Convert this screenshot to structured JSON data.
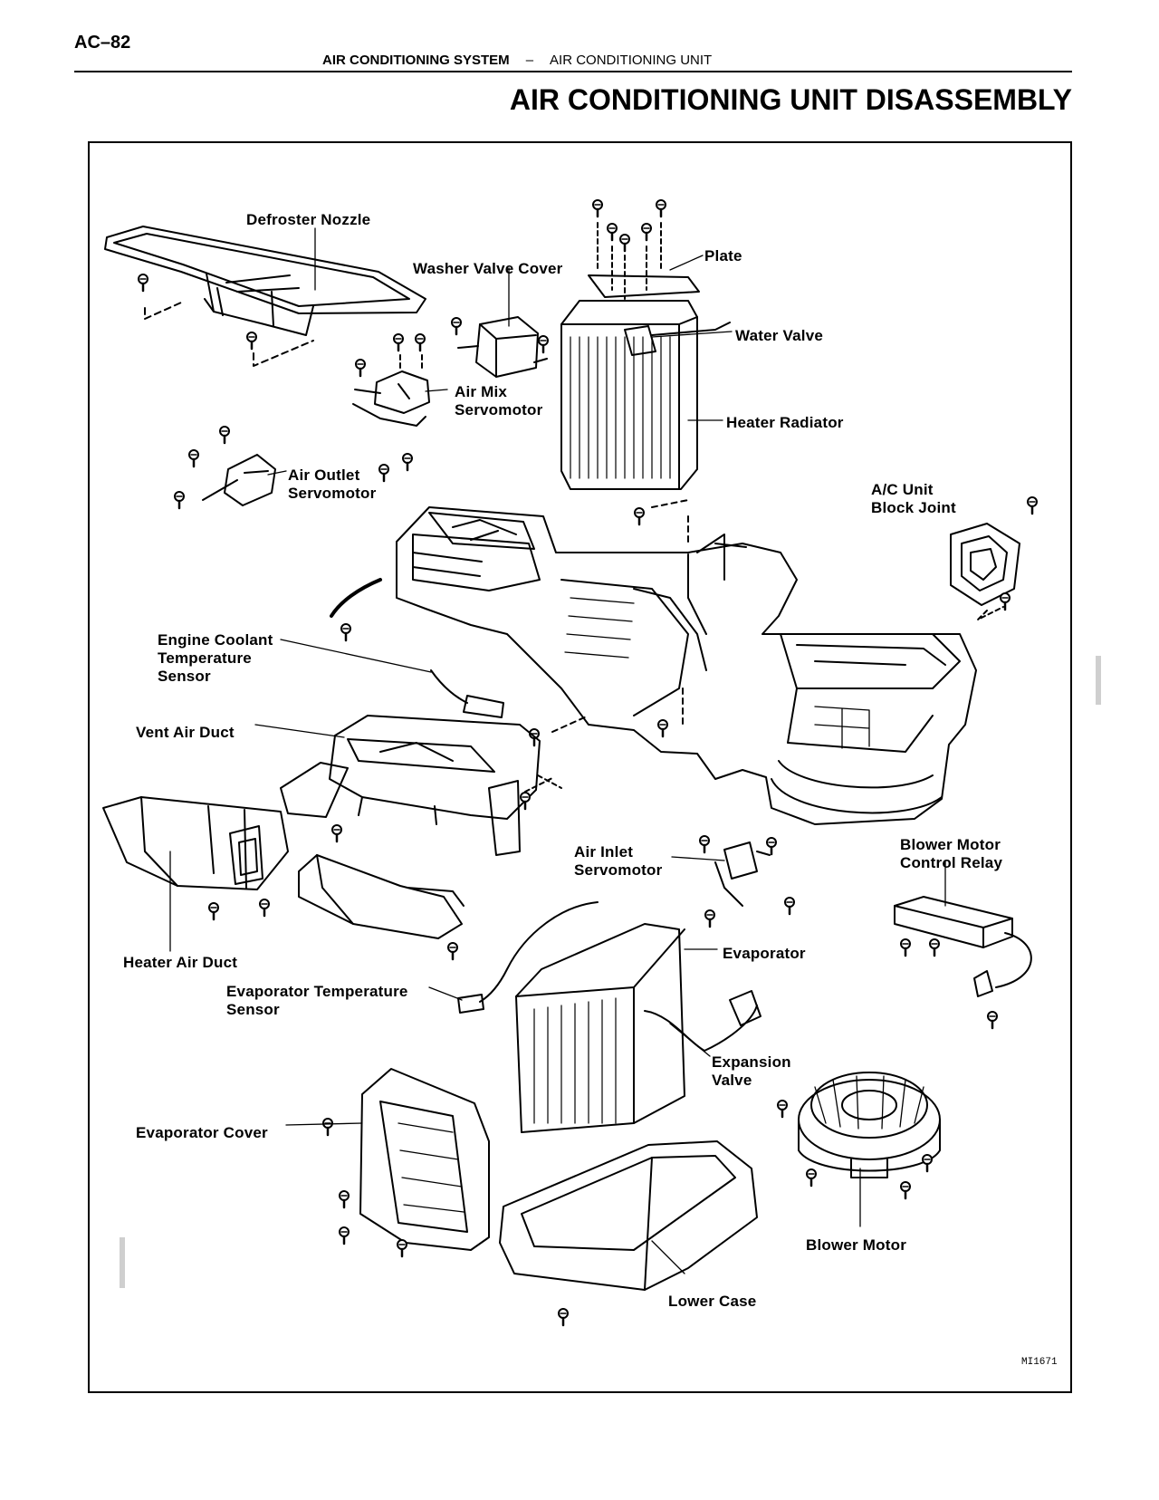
{
  "header": {
    "page_number": "AC–82",
    "section": "AIR CONDITIONING SYSTEM",
    "separator": "–",
    "subsection": "AIR CONDITIONING UNIT"
  },
  "title": "AIR CONDITIONING UNIT DISASSEMBLY",
  "diagram": {
    "labels": {
      "defroster_nozzle": "Defroster Nozzle",
      "washer_valve_cover": "Washer Valve Cover",
      "plate": "Plate",
      "water_valve": "Water Valve",
      "air_mix_1": "Air Mix",
      "air_mix_2": "Servomotor",
      "heater_radiator": "Heater Radiator",
      "air_outlet_1": "Air Outlet",
      "air_outlet_2": "Servomotor",
      "ac_block_1": "A/C Unit",
      "ac_block_2": "Block Joint",
      "coolant_1": "Engine Coolant",
      "coolant_2": "Temperature",
      "coolant_3": "Sensor",
      "vent_air_duct": "Vent Air Duct",
      "air_inlet_1": "Air Inlet",
      "air_inlet_2": "Servomotor",
      "relay_1": "Blower Motor",
      "relay_2": "Control Relay",
      "heater_air_duct": "Heater Air Duct",
      "evaporator": "Evaporator",
      "evap_temp_1": "Evaporator Temperature",
      "evap_temp_2": "Sensor",
      "expansion_1": "Expansion",
      "expansion_2": "Valve",
      "evaporator_cover": "Evaporator Cover",
      "blower_motor": "Blower Motor",
      "lower_case": "Lower Case"
    },
    "figure_code": "MI1671"
  }
}
